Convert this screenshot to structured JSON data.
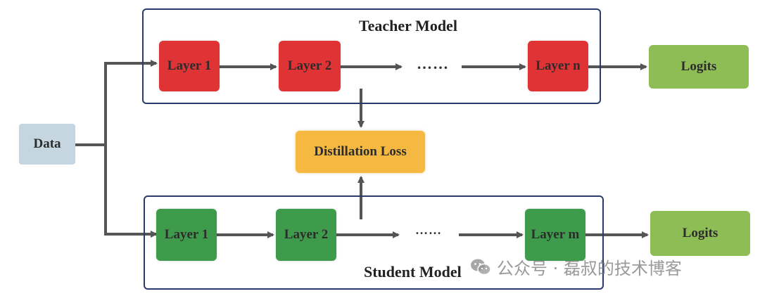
{
  "teacher": {
    "title": "Teacher Model",
    "layers": [
      "Layer 1",
      "Layer 2",
      "Layer n"
    ],
    "ellipsis": "……",
    "output": "Logits"
  },
  "student": {
    "title": "Student Model",
    "layers": [
      "Layer 1",
      "Layer 2",
      "Layer m"
    ],
    "ellipsis": "……",
    "output": "Logits"
  },
  "input": "Data",
  "loss": "Distillation Loss",
  "watermark": {
    "text": "公众号 · 磊叔的技术博客",
    "icon": "wechat-icon"
  },
  "colors": {
    "teacher_layer": "#e03336",
    "student_layer": "#3e9b4c",
    "logits": "#8ebd55",
    "data": "#c5d6e0",
    "loss": "#f5b942",
    "frame": "#2b3a6b",
    "arrow": "#555555"
  }
}
